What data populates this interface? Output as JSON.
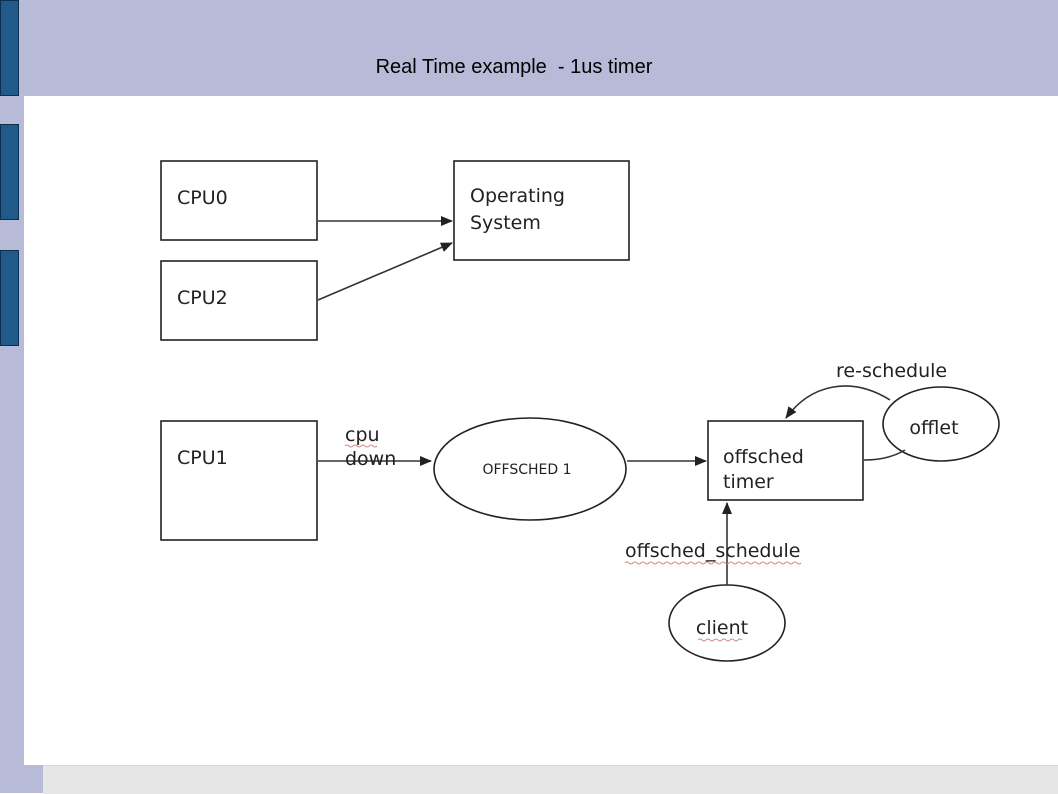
{
  "slide": {
    "title": "Real Time example  - 1us timer",
    "colors": {
      "band": "#b7bbd7",
      "tab": "#1f5a8a",
      "footer": "#e6e6e6"
    }
  },
  "diagram": {
    "nodes": {
      "cpu0": "CPU0",
      "cpu2": "CPU2",
      "os_line1": "Operating",
      "os_line2": "System",
      "cpu1": "CPU1",
      "offsched1": "OFFSCHED 1",
      "timer_line1": "offsched",
      "timer_line2": "timer",
      "offlet": "offlet",
      "client": "client"
    },
    "edge_labels": {
      "cpu_down_line1": "cpu",
      "cpu_down_line2": "down",
      "reschedule": "re-schedule",
      "offsched_schedule": "offsched_schedule"
    }
  }
}
